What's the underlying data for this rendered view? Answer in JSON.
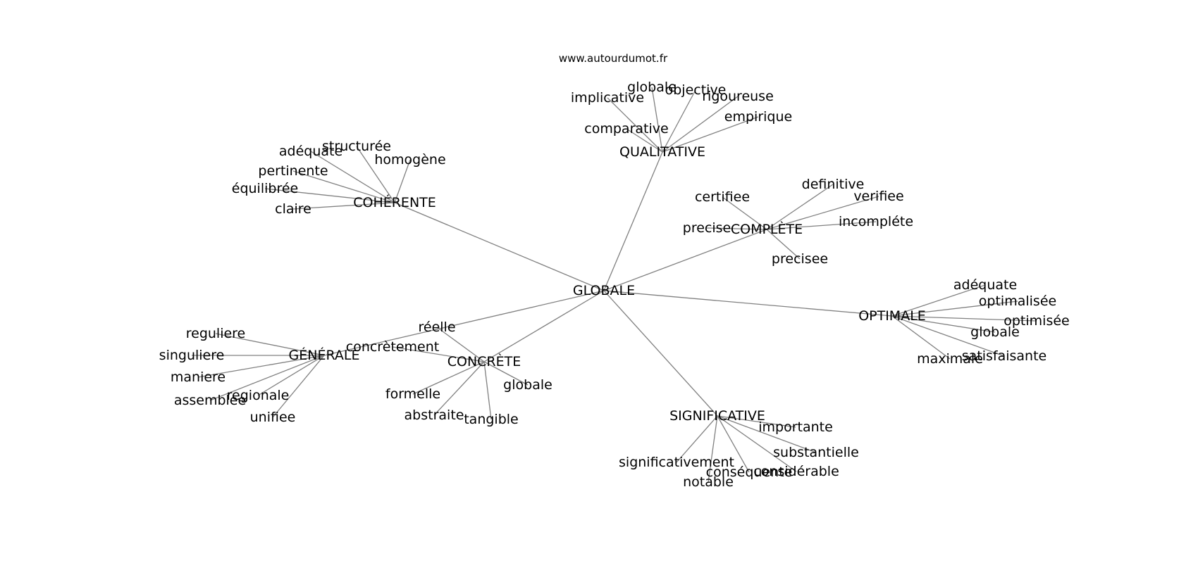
{
  "site": "www.autourdumot.fr",
  "center": "GLOBALE",
  "hubs": [
    {
      "id": "qualitative",
      "label": "QUALITATIVE",
      "leaves": [
        "implicative",
        "globale",
        "objective",
        "rigoureuse",
        "empirique",
        "comparative"
      ]
    },
    {
      "id": "coherente",
      "label": "COHÉRENTE",
      "leaves": [
        "adéquate",
        "structurée",
        "homogène",
        "pertinente",
        "équilibrée",
        "claire"
      ]
    },
    {
      "id": "complete",
      "label": "COMPLÈTE",
      "leaves": [
        "certifiee",
        "definitive",
        "verifiee",
        "precise",
        "incompléte",
        "precisee"
      ]
    },
    {
      "id": "optimale",
      "label": "OPTIMALE",
      "leaves": [
        "adéquate",
        "optimalisée",
        "optimisée",
        "globale",
        "satisfaisante",
        "maximale"
      ]
    },
    {
      "id": "concrete",
      "label": "CONCRÈTE",
      "leaves": [
        "réelle",
        "concrètement",
        "formelle",
        "globale",
        "abstraite",
        "tangible"
      ]
    },
    {
      "id": "generale",
      "label": "GÉNÉRALE",
      "leaves": [
        "reguliere",
        "singuliere",
        "maniere",
        "assemblee",
        "regionale",
        "unifiee"
      ]
    },
    {
      "id": "significative",
      "label": "SIGNIFICATIVE",
      "leaves": [
        "importante",
        "substantielle",
        "significativement",
        "notable",
        "conséquente",
        "considérable"
      ]
    }
  ]
}
